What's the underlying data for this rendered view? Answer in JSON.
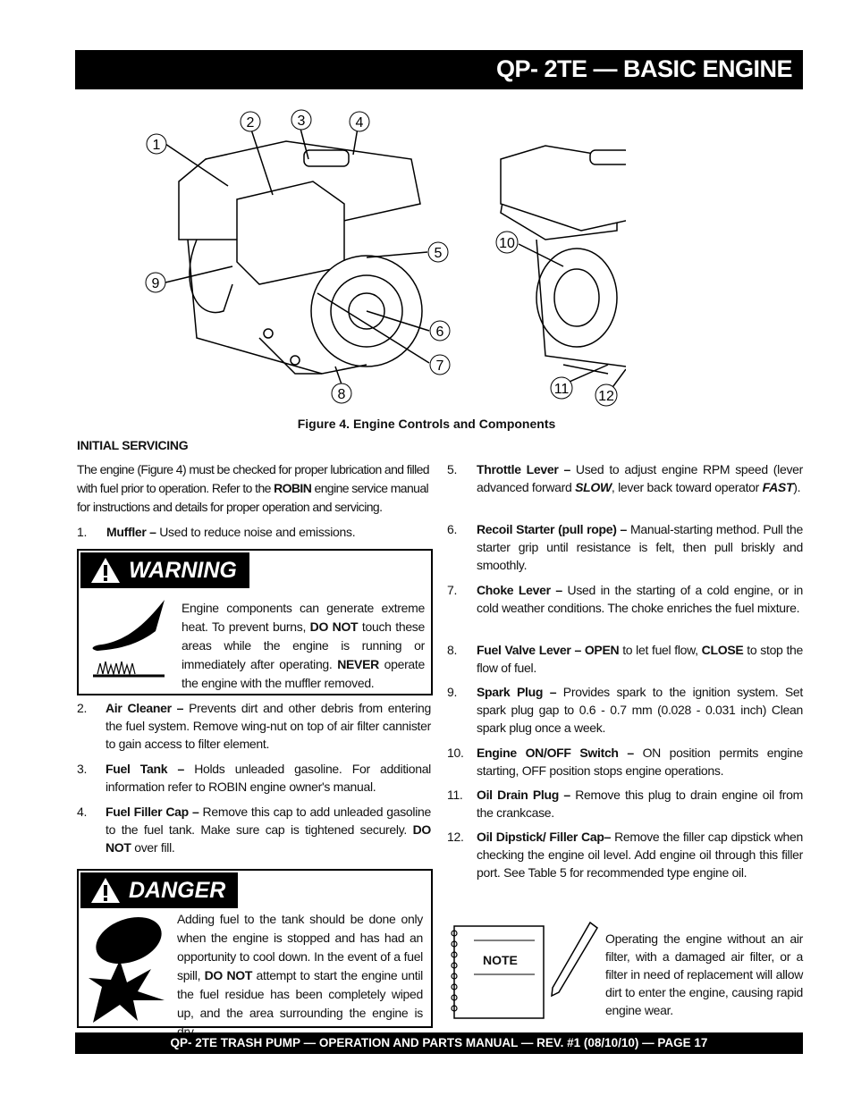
{
  "header": {
    "title": "QP- 2TE — BASIC ENGINE"
  },
  "figure": {
    "caption": "Figure 4.  Engine Controls and Components",
    "callouts": [
      "1",
      "2",
      "3",
      "4",
      "5",
      "6",
      "7",
      "8",
      "9",
      "10",
      "11",
      "12"
    ]
  },
  "initial_servicing": {
    "heading": "INITIAL SERVICING",
    "intro_1": "The engine (Figure 4) must be checked for proper lubrication and filled with fuel prior to operation.  Refer to the ",
    "intro_brand": "ROBIN",
    "intro_2": " engine service manual for instructions and details for proper operation and servicing."
  },
  "items": [
    {
      "num": "1.",
      "term": "Muffler –",
      "text": " Used to reduce noise and emissions."
    },
    {
      "num": "2.",
      "term": "Air Cleaner –",
      "text": " Prevents dirt and other debris from entering the fuel system. Remove wing-nut on top of air filter cannister to gain access to filter element."
    },
    {
      "num": "3.",
      "term": "Fuel Tank –",
      "text": " Holds unleaded gasoline. For additional information refer to ROBIN engine owner's manual."
    },
    {
      "num": "4.",
      "term": "Fuel Filler Cap –",
      "text": " Remove this cap to add unleaded gasoline to the fuel tank. Make sure cap is tightened securely. ",
      "bold2": "DO NOT",
      "text2": " over fill."
    },
    {
      "num": "5.",
      "term": "Throttle Lever –",
      "text": " Used to adjust engine RPM speed (lever advanced forward ",
      "bold2": "SLOW",
      "text2": ", lever back toward operator ",
      "bold3": "FAST",
      "text3": ")."
    },
    {
      "num": "6.",
      "term": "Recoil Starter (pull rope) –",
      "text": " Manual-starting method. Pull the starter grip until resistance is felt, then pull briskly and smoothly."
    },
    {
      "num": "7.",
      "term": "Choke Lever –",
      "text": " Used in the starting of a cold engine, or in cold weather conditions. The choke enriches the fuel mixture."
    },
    {
      "num": "8.",
      "term": "Fuel Valve Lever – OPEN",
      "text": " to let fuel flow, ",
      "bold2": "CLOSE",
      "text2": " to stop the flow of fuel."
    },
    {
      "num": "9.",
      "term": "Spark Plug –",
      "text": " Provides spark to the ignition system. Set spark plug gap to 0.6 - 0.7 mm (0.028 - 0.031 inch) Clean spark plug once a week."
    },
    {
      "num": "10.",
      "term": "Engine ON/OFF Switch –",
      "text": " ON position permits engine starting, OFF position stops engine operations."
    },
    {
      "num": "11.",
      "term": "Oil Drain Plug –",
      "text": " Remove this plug to drain engine oil from the crankcase."
    },
    {
      "num": "12.",
      "term": "Oil  Dipstick/ Filler Cap–",
      "text": " Remove the filler cap dipstick when checking the engine oil level. Add engine oil through this filler port. See Table 5 for recommended type engine oil."
    }
  ],
  "warning": {
    "label": "WARNING",
    "text_1": "Engine components can generate extreme heat. To prevent burns, ",
    "bold_1": "DO NOT",
    "text_2": " touch these areas while the engine is running or immediately after operating. ",
    "bold_2": "NEVER",
    "text_3": " operate the engine with the muffler removed."
  },
  "danger": {
    "label": "DANGER",
    "text_1": "Adding fuel to the tank should be done only when the engine is stopped and has had an opportunity to cool down.  In the event of a fuel spill, ",
    "bold_1": "DO NOT",
    "text_2": " attempt to start the engine until the fuel residue has been completely wiped up, and the area surrounding the engine is dry."
  },
  "note": {
    "label": "NOTE",
    "text": "Operating the engine without an air filter, with a damaged air filter, or a filter in need of replacement will allow dirt to enter the engine, causing rapid engine wear."
  },
  "footer": {
    "text": "QP- 2TE TRASH PUMP — OPERATION AND PARTS MANUAL —  REV. #1  (08/10/10) — PAGE 17"
  },
  "colors": {
    "bar": "#000000",
    "text": "#111111"
  }
}
